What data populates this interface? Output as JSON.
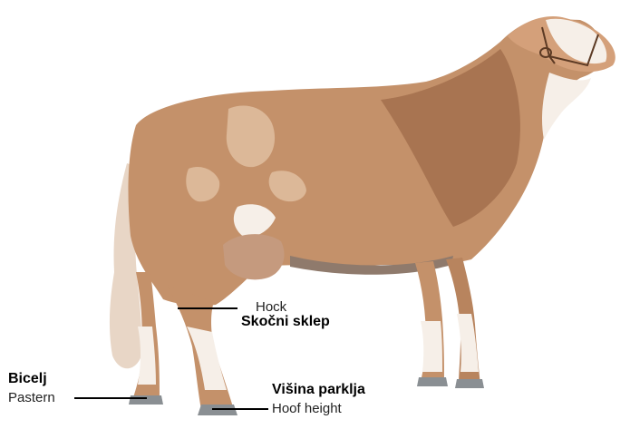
{
  "colors": {
    "coat": "#c4916a",
    "coat_dark": "#a87451",
    "coat_light": "#dcb898",
    "white_patch": "#f6efe8",
    "hoof": "#8a8f93",
    "leader_line": "#000000"
  },
  "labels": {
    "hock": {
      "english": "Hock",
      "slovenian": "Skočni sklep"
    },
    "pastern": {
      "english": "Pastern",
      "slovenian": "Bicelj"
    },
    "hoof_height": {
      "english": "Hoof height",
      "slovenian": "Višina parklja"
    }
  }
}
